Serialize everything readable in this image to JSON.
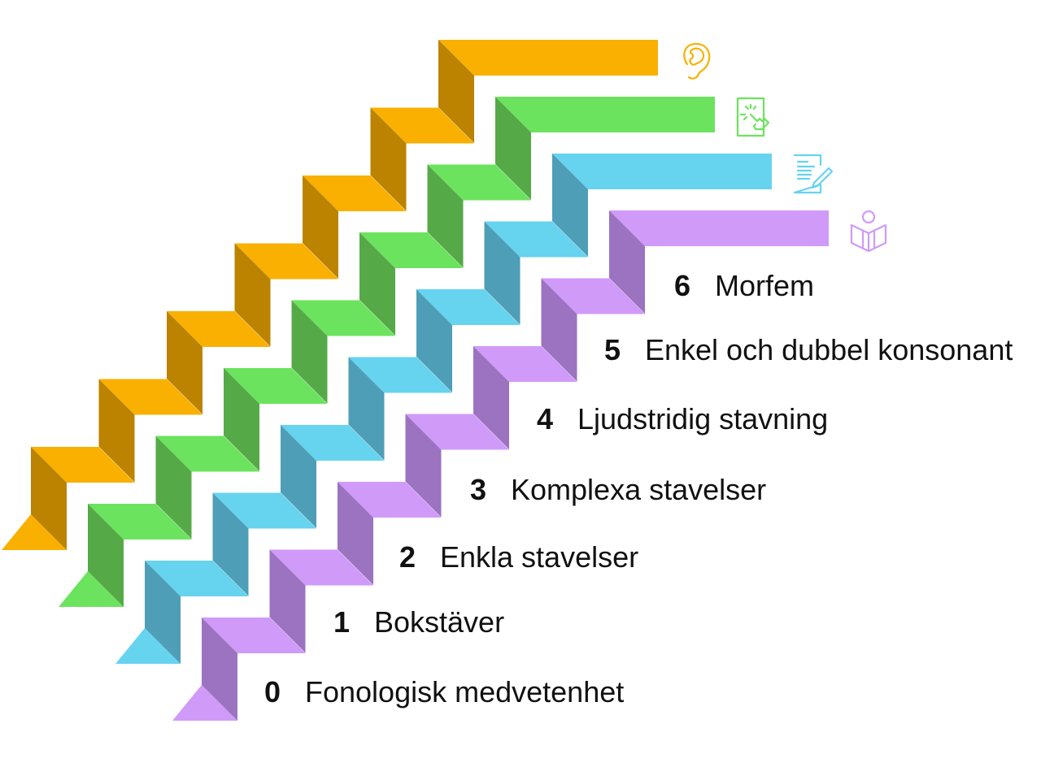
{
  "staircases": [
    {
      "name": "orange",
      "light": "#F9B000",
      "dark": "#BB8300",
      "icon": "ear-icon"
    },
    {
      "name": "green",
      "light": "#6CE35E",
      "dark": "#55AA47",
      "icon": "touch-screen-icon"
    },
    {
      "name": "blue",
      "light": "#66D3EF",
      "dark": "#4E9EB7",
      "icon": "document-pen-icon"
    },
    {
      "name": "purple",
      "light": "#D09AF9",
      "dark": "#9B73C0",
      "icon": "reading-person-icon"
    }
  ],
  "levels": [
    {
      "num": "0",
      "label": "Fonologisk medvetenhet"
    },
    {
      "num": "1",
      "label": "Bokstäver"
    },
    {
      "num": "2",
      "label": "Enkla stavelser"
    },
    {
      "num": "3",
      "label": "Komplexa stavelser"
    },
    {
      "num": "4",
      "label": "Ljudstridig stavning"
    },
    {
      "num": "5",
      "label": "Enkel och dubbel konsonant"
    },
    {
      "num": "6",
      "label": "Morfem"
    }
  ]
}
